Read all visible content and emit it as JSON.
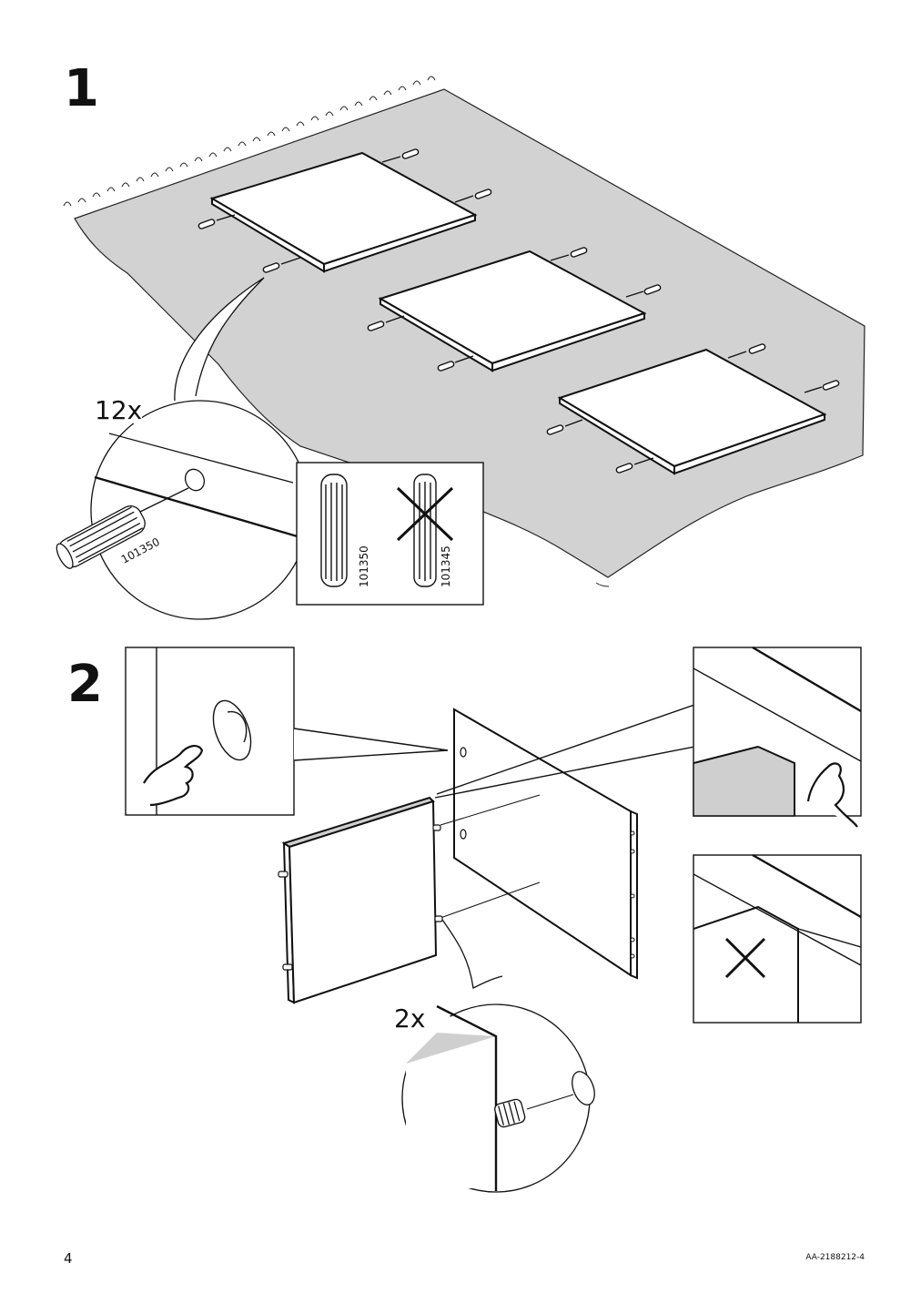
{
  "step1": {
    "number": "1",
    "quantity": "12x",
    "dowel_code_used": "101350",
    "dowel_code_rejected": "101345",
    "dowel_callout_code": "101350"
  },
  "step2": {
    "number": "2",
    "quantity": "2x"
  },
  "footer": {
    "page_number": "4",
    "document_code": "AA-2188212-4"
  }
}
